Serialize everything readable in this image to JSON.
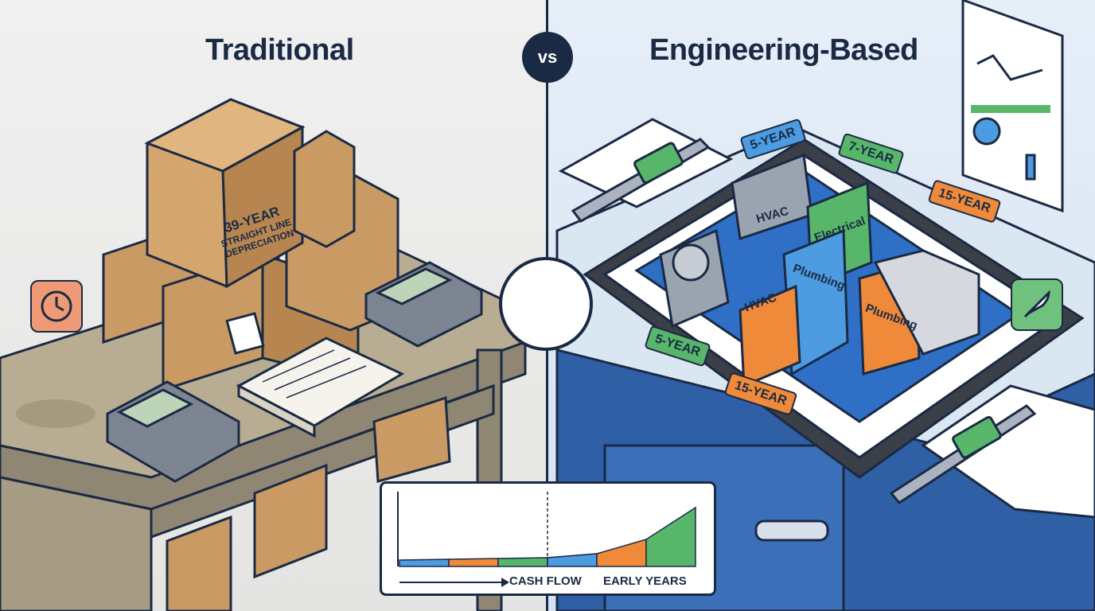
{
  "header": {
    "left_title": "Traditional",
    "vs_label": "vs",
    "right_title": "Engineering-Based"
  },
  "traditional": {
    "box_label_line1": "39-YEAR",
    "box_label_line2": "STRAIGHT LINE",
    "box_label_line3": "DEPRECIATION",
    "icons": [
      "clock-icon",
      "calculator-icon",
      "ledger-icon",
      "box-icon"
    ]
  },
  "engineering": {
    "tags": {
      "five_year_top": "5-YEAR",
      "seven_year": "7-YEAR",
      "fifteen_year_right": "15-YEAR",
      "five_year_bottom": "5-YEAR",
      "fifteen_year_bottom": "15-YEAR"
    },
    "rooms": {
      "hvac_unit": "HVAC",
      "electrical": "Electrical",
      "plumbing_center": "Plumbing",
      "hvac_wall": "HVAC",
      "plumbing_right": "Plumbing"
    },
    "icons": [
      "rocket-icon",
      "caliper-icon",
      "blueprint-icon",
      "report-icon"
    ]
  },
  "colors": {
    "navy": "#1b2a44",
    "blue": "#4d9be0",
    "green": "#58b66a",
    "orange": "#ee8a3a",
    "cardboard": "#c99a63"
  },
  "chart": {
    "label_left": "CASH FLOW",
    "label_right": "EARLY YEARS",
    "chart_data": {
      "type": "area",
      "segments_colors": [
        "blue",
        "orange",
        "green",
        "blue",
        "orange",
        "green"
      ]
    }
  }
}
